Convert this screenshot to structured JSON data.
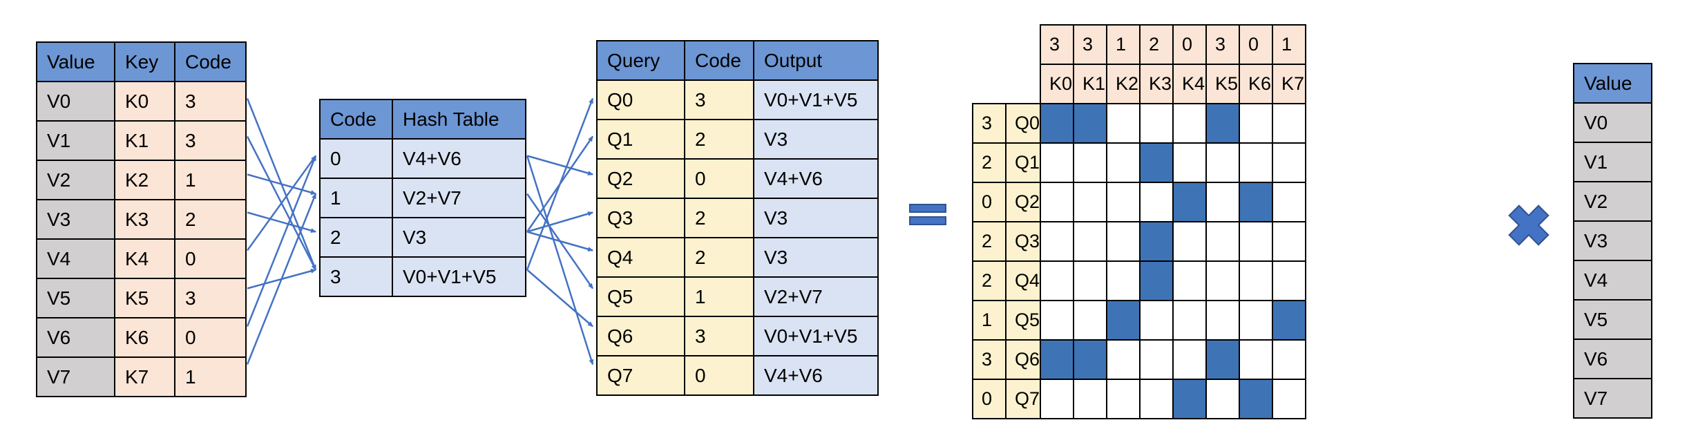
{
  "colors": {
    "header_blue": "#6D96D4",
    "value_gray": "#D1CFCF",
    "key_peach": "#FBE5D6",
    "query_yellow": "#FCF2CF",
    "bucket_lavender": "#DAE3F3",
    "matrix_fill_blue": "#3E74B5",
    "arrow_blue": "#4472C4",
    "shape_border_blue": "#2F528F",
    "table_border_black": "#000000"
  },
  "key_table": {
    "headers": [
      "Value",
      "Key",
      "Code"
    ],
    "rows": [
      {
        "value": "V0",
        "key": "K0",
        "code": "3"
      },
      {
        "value": "V1",
        "key": "K1",
        "code": "3"
      },
      {
        "value": "V2",
        "key": "K2",
        "code": "1"
      },
      {
        "value": "V3",
        "key": "K3",
        "code": "2"
      },
      {
        "value": "V4",
        "key": "K4",
        "code": "0"
      },
      {
        "value": "V5",
        "key": "K5",
        "code": "3"
      },
      {
        "value": "V6",
        "key": "K6",
        "code": "0"
      },
      {
        "value": "V7",
        "key": "K7",
        "code": "1"
      }
    ]
  },
  "hash_table": {
    "headers": [
      "Code",
      "Hash Table"
    ],
    "rows": [
      {
        "code": "0",
        "bucket": "V4+V6"
      },
      {
        "code": "1",
        "bucket": "V2+V7"
      },
      {
        "code": "2",
        "bucket": "V3"
      },
      {
        "code": "3",
        "bucket": "V0+V1+V5"
      }
    ]
  },
  "query_table": {
    "headers": [
      "Query",
      "Code",
      "Output"
    ],
    "rows": [
      {
        "query": "Q0",
        "code": "3",
        "output": "V0+V1+V5"
      },
      {
        "query": "Q1",
        "code": "2",
        "output": "V3"
      },
      {
        "query": "Q2",
        "code": "0",
        "output": "V4+V6"
      },
      {
        "query": "Q3",
        "code": "2",
        "output": "V3"
      },
      {
        "query": "Q4",
        "code": "2",
        "output": "V3"
      },
      {
        "query": "Q5",
        "code": "1",
        "output": "V2+V7"
      },
      {
        "query": "Q6",
        "code": "3",
        "output": "V0+V1+V5"
      },
      {
        "query": "Q7",
        "code": "0",
        "output": "V4+V6"
      }
    ]
  },
  "operators": {
    "equals": "=",
    "multiply": "×"
  },
  "matrix": {
    "col_codes": [
      "3",
      "3",
      "1",
      "2",
      "0",
      "3",
      "0",
      "1"
    ],
    "col_labels": [
      "K0",
      "K1",
      "K2",
      "K3",
      "K4",
      "K5",
      "K6",
      "K7"
    ],
    "row_codes": [
      "3",
      "2",
      "0",
      "2",
      "2",
      "1",
      "3",
      "0"
    ],
    "row_labels": [
      "Q0",
      "Q1",
      "Q2",
      "Q3",
      "Q4",
      "Q5",
      "Q6",
      "Q7"
    ],
    "cells": [
      [
        1,
        1,
        0,
        0,
        0,
        1,
        0,
        0
      ],
      [
        0,
        0,
        0,
        1,
        0,
        0,
        0,
        0
      ],
      [
        0,
        0,
        0,
        0,
        1,
        0,
        1,
        0
      ],
      [
        0,
        0,
        0,
        1,
        0,
        0,
        0,
        0
      ],
      [
        0,
        0,
        0,
        1,
        0,
        0,
        0,
        0
      ],
      [
        0,
        0,
        1,
        0,
        0,
        0,
        0,
        1
      ],
      [
        1,
        1,
        0,
        0,
        0,
        1,
        0,
        0
      ],
      [
        0,
        0,
        0,
        0,
        1,
        0,
        1,
        0
      ]
    ]
  },
  "value_table": {
    "header": "Value",
    "rows": [
      "V0",
      "V1",
      "V2",
      "V3",
      "V4",
      "V5",
      "V6",
      "V7"
    ]
  }
}
